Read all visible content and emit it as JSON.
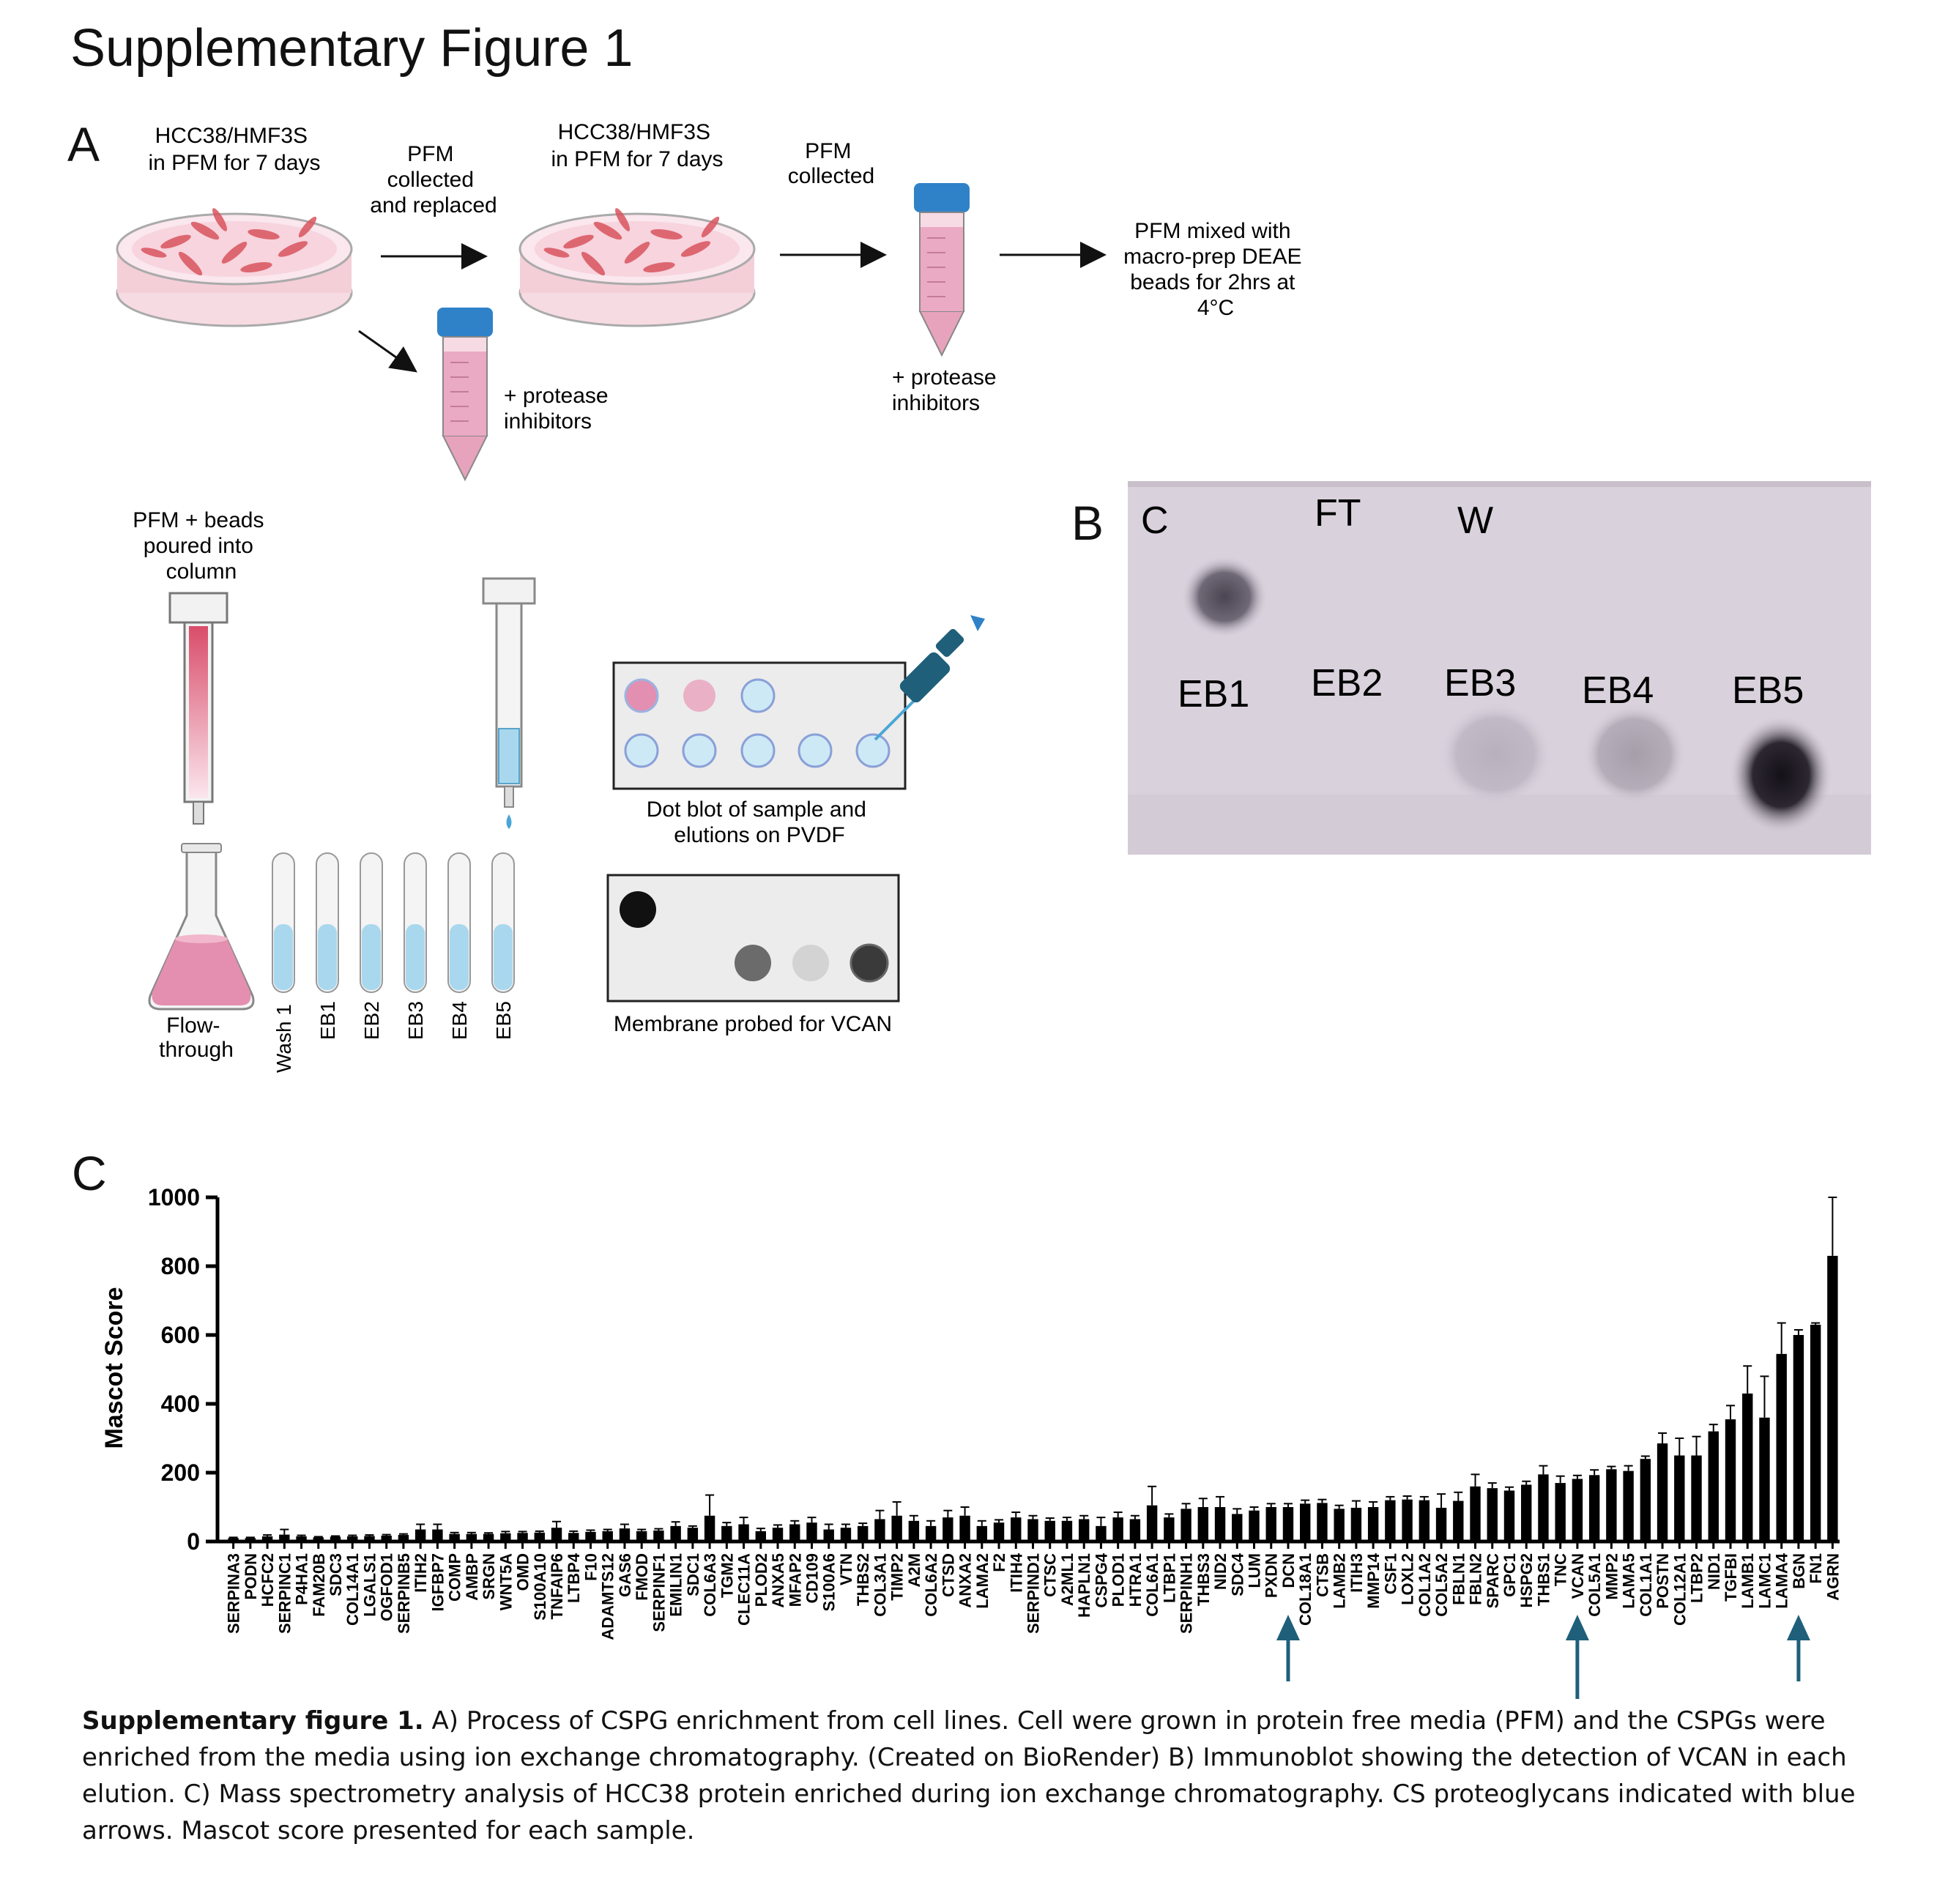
{
  "page_title": "Supplementary Figure 1",
  "panel_a": {
    "letter": "A",
    "step1_label": [
      "HCC38/HMF3S",
      "in PFM for 7 days"
    ],
    "arrow1_label": [
      "PFM",
      "collected",
      "and replaced"
    ],
    "step2_label": [
      "HCC38/HMF3S",
      "in PFM for 7 days"
    ],
    "arrow2_label": [
      "PFM",
      "collected"
    ],
    "step3_label": [
      "PFM mixed with",
      "macro-prep DEAE",
      "beads for 2hrs at",
      "4°C"
    ],
    "protease_label_1": [
      "+ protease",
      "inhibitors"
    ],
    "protease_label_2": [
      "+ protease",
      "inhibitors"
    ],
    "column_label": [
      "PFM + beads",
      "poured into",
      "column"
    ],
    "flask_label": [
      "Flow-",
      "through"
    ],
    "tube_labels": [
      "Wash 1",
      "EB1",
      "EB2",
      "EB3",
      "EB4",
      "EB5"
    ],
    "dot_blot_label": [
      "Dot blot of sample and",
      "elutions on PVDF"
    ],
    "membrane_label": "Membrane probed for VCAN"
  },
  "panel_b": {
    "letter": "B",
    "top_labels": [
      "C",
      "FT",
      "W"
    ],
    "bottom_labels": [
      "EB1",
      "EB2",
      "EB3",
      "EB4",
      "EB5"
    ]
  },
  "panel_c": {
    "letter": "C"
  },
  "chart_data": {
    "type": "bar",
    "title": "",
    "xlabel": "",
    "ylabel": "Mascot Score",
    "ylim": [
      0,
      1000
    ],
    "yticks": [
      0,
      200,
      400,
      600,
      800,
      1000
    ],
    "grid": false,
    "legend": "none",
    "categories": [
      "SERPINA3",
      "PODN",
      "HCFC2",
      "SERPINC1",
      "P4HA1",
      "FAM20B",
      "SDC3",
      "COL14A1",
      "LGALS1",
      "OGFOD1",
      "SERPINB5",
      "ITIH2",
      "IGFBP7",
      "COMP",
      "AMBP",
      "SRGN",
      "WNT5A",
      "OMD",
      "S100A10",
      "TNFAIP6",
      "LTBP4",
      "F10",
      "ADAMTS12",
      "GAS6",
      "FMOD",
      "SERPINF1",
      "EMILIN1",
      "SDC1",
      "COL6A3",
      "TGM2",
      "CLEC11A",
      "PLOD2",
      "ANXA5",
      "MFAP2",
      "CD109",
      "S100A6",
      "VTN",
      "THBS2",
      "COL3A1",
      "TIMP2",
      "A2M",
      "COL6A2",
      "CTSD",
      "ANXA2",
      "LAMA2",
      "F2",
      "ITIH4",
      "SERPIND1",
      "CTSC",
      "A2ML1",
      "HAPLN1",
      "CSPG4",
      "PLOD1",
      "HTRA1",
      "COL6A1",
      "LTBP1",
      "SERPINH1",
      "THBS3",
      "NID2",
      "SDC4",
      "LUM",
      "PXDN",
      "DCN",
      "COL18A1",
      "CTSB",
      "LAMB2",
      "ITIH3",
      "MMP14",
      "CSF1",
      "LOXL2",
      "COL1A2",
      "COL5A2",
      "FBLN1",
      "FBLN2",
      "SPARC",
      "GPC1",
      "HSPG2",
      "THBS1",
      "TNC",
      "VCAN",
      "COL5A1",
      "MMP2",
      "LAMA5",
      "COL1A1",
      "POSTN",
      "COL12A1",
      "LTBP2",
      "NID1",
      "TGFBI",
      "LAMB1",
      "LAMC1",
      "LAMA4",
      "BGN",
      "FN1",
      "AGRN"
    ],
    "values": [
      10,
      10,
      15,
      20,
      15,
      12,
      14,
      15,
      16,
      17,
      19,
      35,
      35,
      22,
      22,
      22,
      24,
      25,
      26,
      40,
      25,
      28,
      30,
      38,
      30,
      32,
      45,
      40,
      75,
      45,
      50,
      30,
      40,
      50,
      55,
      35,
      40,
      45,
      65,
      75,
      60,
      45,
      70,
      75,
      45,
      55,
      70,
      65,
      60,
      60,
      65,
      45,
      70,
      65,
      105,
      70,
      95,
      100,
      100,
      80,
      90,
      100,
      100,
      110,
      112,
      95,
      98,
      100,
      120,
      122,
      120,
      98,
      118,
      160,
      155,
      148,
      165,
      195,
      170,
      182,
      193,
      210,
      205,
      240,
      285,
      250,
      250,
      320,
      355,
      430,
      360,
      545,
      600,
      630,
      830
    ],
    "errors": [
      2,
      2,
      4,
      15,
      3,
      2,
      2,
      3,
      3,
      3,
      3,
      15,
      15,
      4,
      4,
      3,
      5,
      4,
      4,
      18,
      5,
      5,
      5,
      12,
      5,
      5,
      12,
      5,
      60,
      10,
      20,
      8,
      8,
      10,
      15,
      15,
      10,
      8,
      25,
      40,
      15,
      15,
      20,
      25,
      15,
      8,
      15,
      10,
      8,
      10,
      10,
      25,
      15,
      10,
      55,
      10,
      15,
      25,
      30,
      15,
      10,
      10,
      10,
      10,
      10,
      10,
      20,
      15,
      10,
      10,
      10,
      40,
      25,
      35,
      15,
      10,
      10,
      25,
      20,
      10,
      15,
      8,
      15,
      8,
      30,
      50,
      55,
      20,
      40,
      80,
      120,
      90,
      15,
      5,
      170
    ],
    "series": [
      {
        "color": "#000000"
      }
    ],
    "arrow_marked": [
      "DCN",
      "VCAN",
      "BGN"
    ],
    "arrow_color": "#1f5f7a"
  },
  "colors": {
    "petri_medium": "#f4cfd8",
    "cells": "#d9555f",
    "tube_pink": "#e8a3bc",
    "tube_cap": "#2f82c8",
    "elution_blue": "#a9d8ee",
    "membrane_bg": "#d6d0d8",
    "bar": "#000000",
    "arrow": "#1f5f7a"
  },
  "caption": {
    "bold": "Supplementary figure 1.",
    "text": " A) Process of CSPG enrichment from cell lines. Cell were grown in protein free media (PFM) and the CSPGs were enriched from the media using ion exchange chromatography. (Created on BioRender) B) Immunoblot showing the detection of VCAN in each elution. C) Mass spectrometry analysis of HCC38 protein enriched during ion exchange chromatography. CS proteoglycans indicated with blue arrows. Mascot score presented for each sample."
  }
}
